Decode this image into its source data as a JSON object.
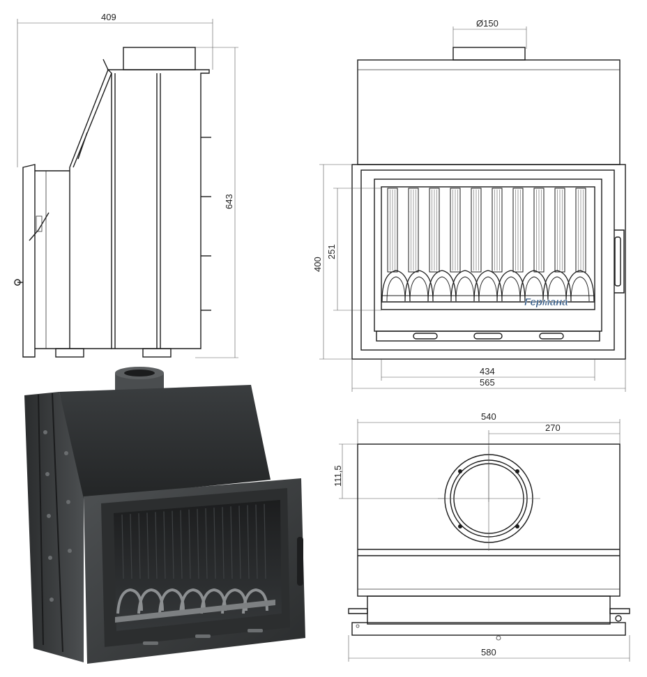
{
  "drawing": {
    "side_view": {
      "width_label": "409",
      "height_label": "643"
    },
    "front_view": {
      "flue_label": "Ø150",
      "door_height_label": "400",
      "glass_height_label": "251",
      "glass_width_label": "434",
      "total_width_label": "565",
      "brand_text": "Германа"
    },
    "top_view": {
      "width_label": "540",
      "flue_offset_label": "270",
      "flue_depth_label": "111,5",
      "base_width_label": "580"
    },
    "photo": {
      "subject": "cast-iron-fireplace-insert"
    }
  },
  "colors": {
    "line": "#1a1a1a",
    "metal_dark": "#2b2d2e",
    "metal_mid": "#4a4d4f",
    "brand_blue": "#1f4a7a"
  }
}
